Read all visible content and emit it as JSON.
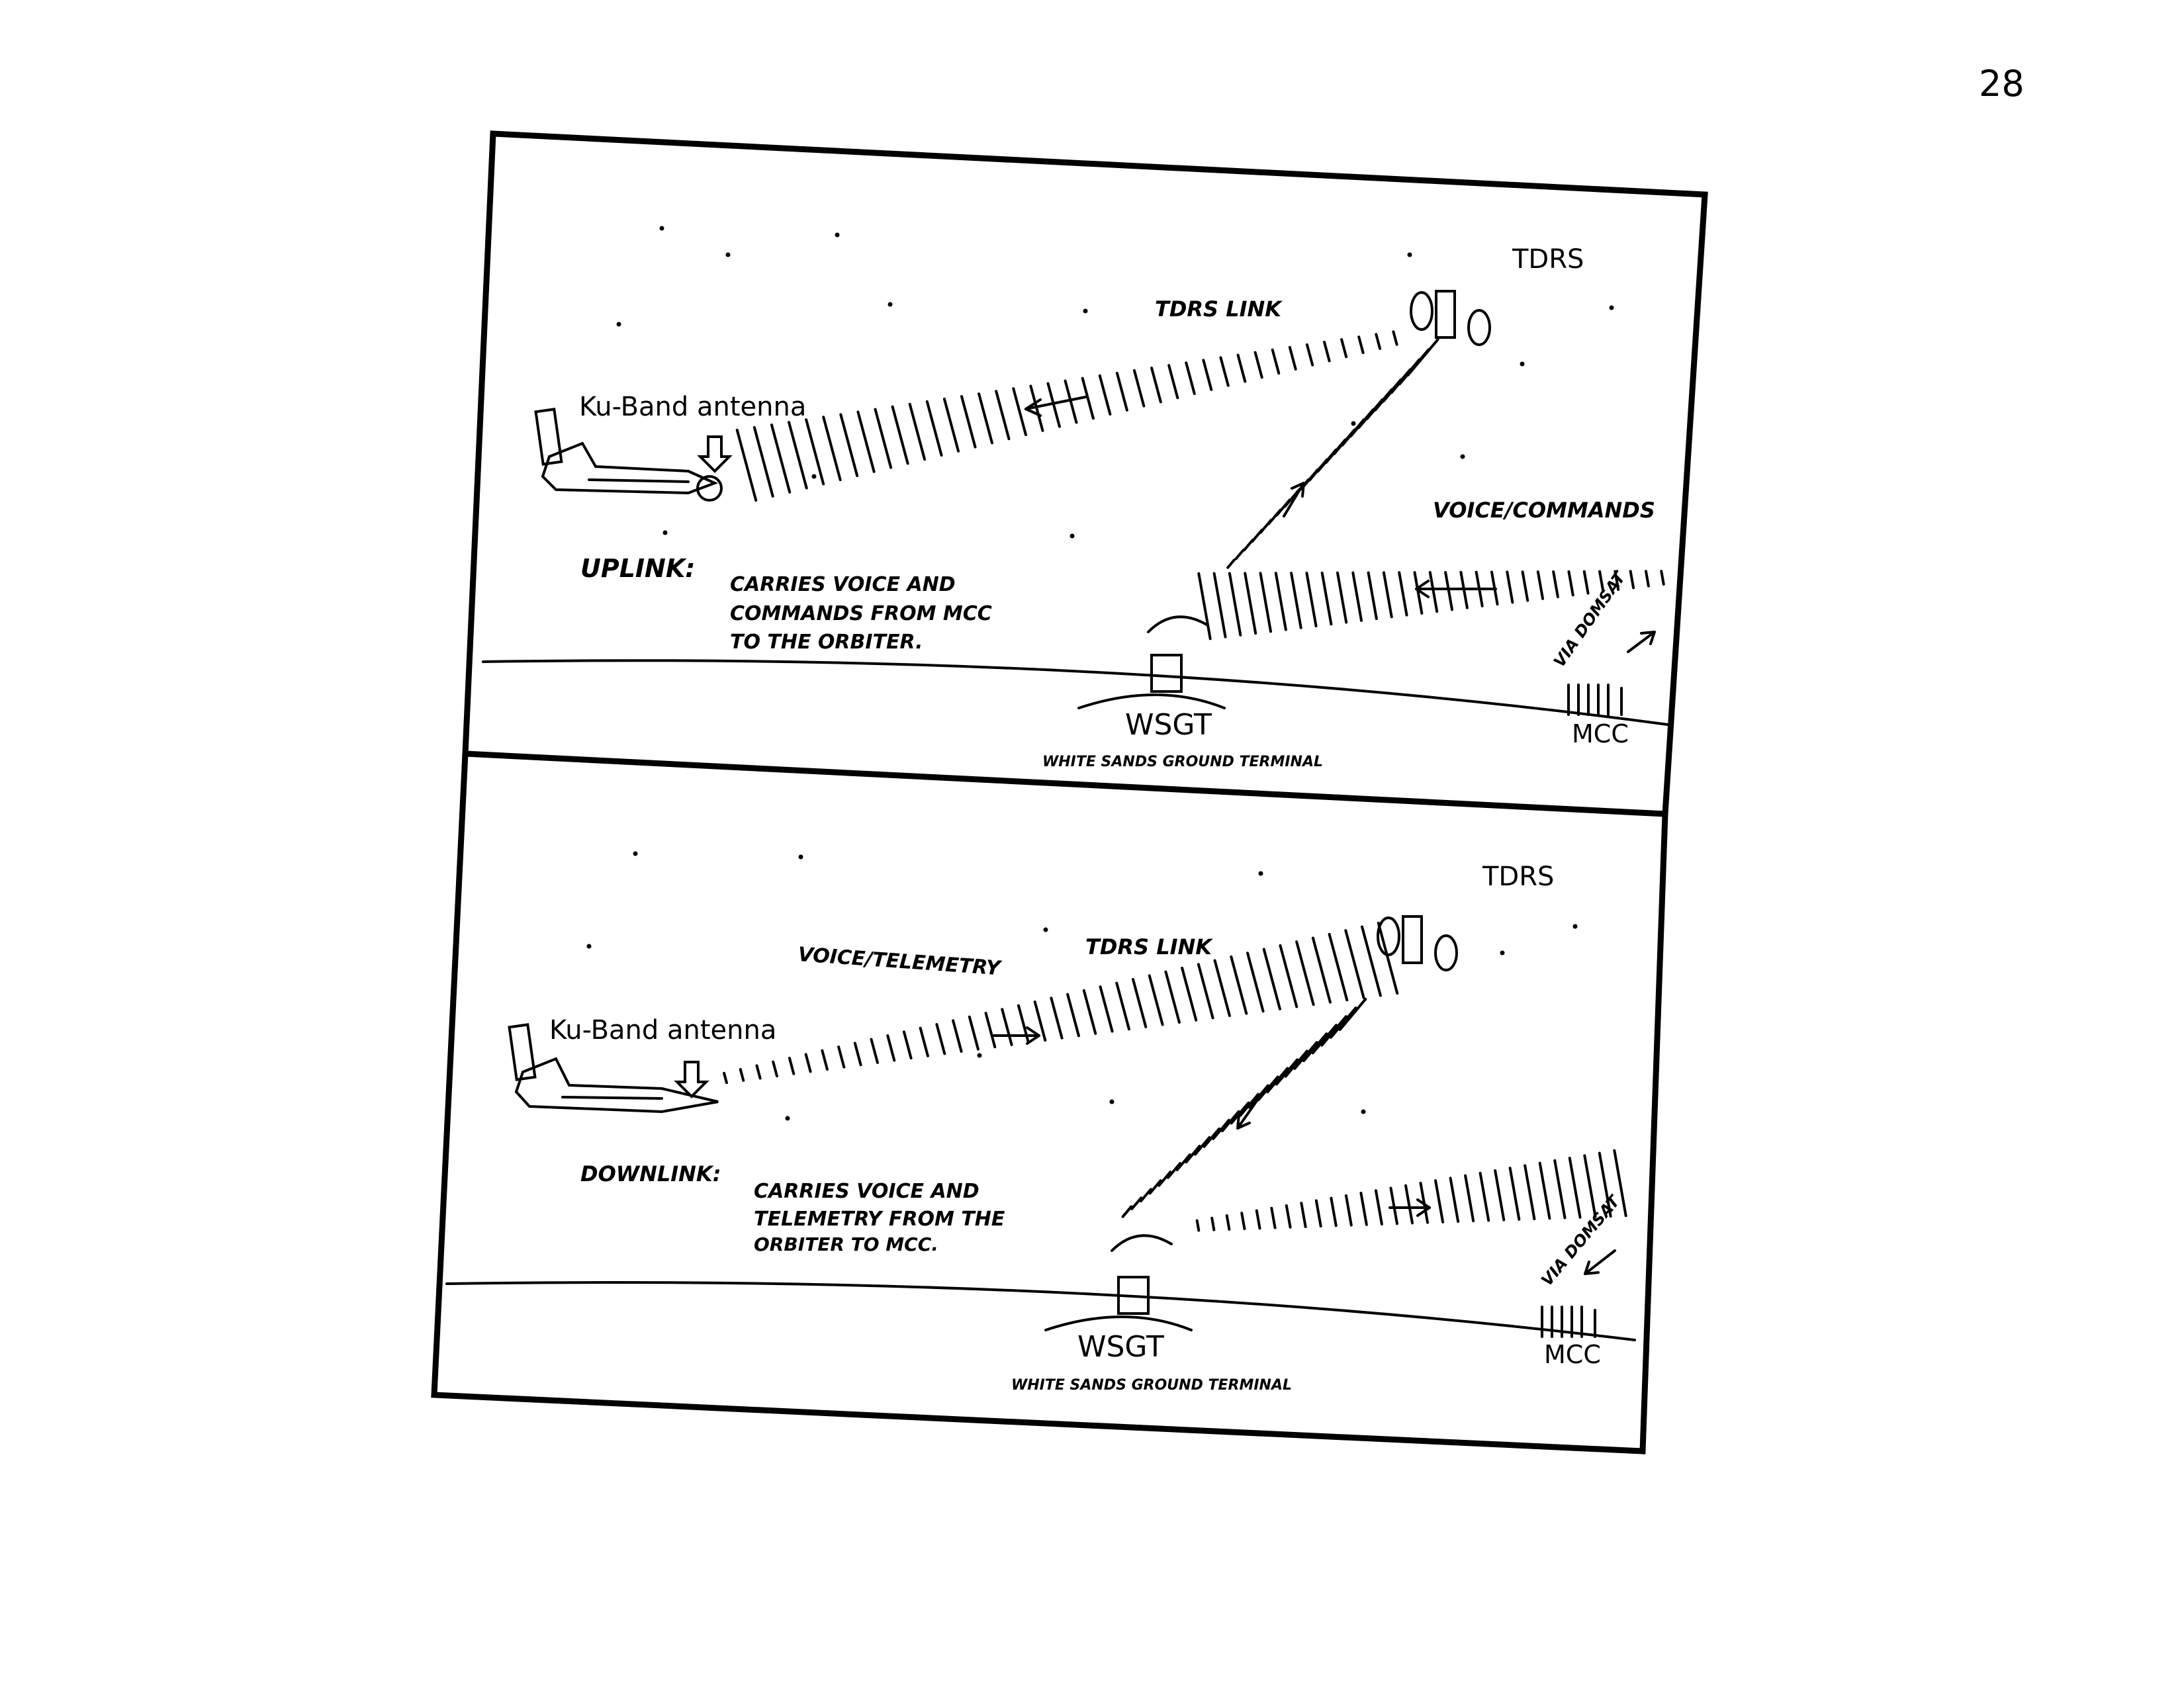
{
  "page_number": "28",
  "uplink_panel": {
    "satellite_label": "TDRS",
    "link_label": "TDRS LINK",
    "antenna_label": "Ku-Band antenna",
    "signal_label": "VOICE/COMMANDS",
    "title": "UPLINK:",
    "description": [
      "CARRIES VOICE AND",
      "COMMANDS FROM MCC",
      "TO THE ORBITER."
    ],
    "ground_station": "WSGT",
    "ground_station_full": "WHITE SANDS GROUND TERMINAL",
    "control_center": "MCC",
    "relay_label": "VIA DOMSAT"
  },
  "downlink_panel": {
    "satellite_label": "TDRS",
    "link_label": "TDRS LINK",
    "signal_label": "VOICE/TELEMETRY",
    "antenna_label": "Ku-Band antenna",
    "title": "DOWNLINK:",
    "description": [
      "CARRIES VOICE AND",
      "TELEMETRY FROM THE",
      "ORBITER TO MCC."
    ],
    "ground_station": "WSGT",
    "ground_station_full": "WHITE SANDS GROUND TERMINAL",
    "control_center": "MCC",
    "relay_label": "VIA DOMSAT"
  }
}
